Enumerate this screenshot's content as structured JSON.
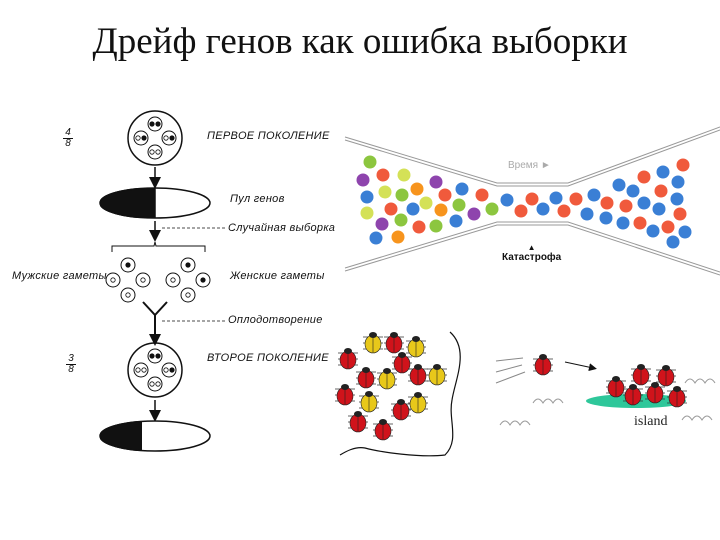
{
  "slide": {
    "title": "Дрейф генов как ошибка выборки"
  },
  "scheme": {
    "first_generation": "ПЕРВОЕ ПОКОЛЕНИЕ",
    "first_fraction": {
      "numerator": "4",
      "denominator": "8"
    },
    "gene_pool": "Пул генов",
    "random_sampling": "Случайная выборка",
    "male_gametes": "Мужские гаметы",
    "female_gametes": "Женские гаметы",
    "fertilization": "Оплодотворение",
    "second_generation": "ВТОРОЕ ПОКОЛЕНИЕ",
    "second_fraction": {
      "numerator": "3",
      "denominator": "8"
    },
    "first_pool_dark_fraction": 0.5,
    "second_pool_dark_fraction": 0.375
  },
  "bottleneck": {
    "time_label": "Время ►",
    "catastrophe_label": "Катастрофа",
    "colors": {
      "g": "#8cc63f",
      "p": "#8e44ad",
      "r": "#f05a3c",
      "y": "#d4e157",
      "b": "#3a7fd5",
      "o": "#f7941d"
    }
  },
  "ladybugs": {
    "island_label": "island",
    "red": "#d0131b",
    "yellow": "#e8c81a",
    "island_color": "#2ec79a"
  }
}
